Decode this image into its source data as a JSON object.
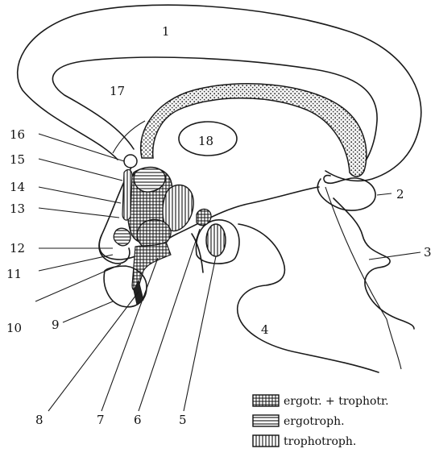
{
  "labels": {
    "l1": "1",
    "l2": "2",
    "l3": "3",
    "l4": "4",
    "l5": "5",
    "l6": "6",
    "l7": "7",
    "l8": "8",
    "l9": "9",
    "l10": "10",
    "l11": "11",
    "l12": "12",
    "l13": "13",
    "l14": "14",
    "l15": "15",
    "l16": "16",
    "l17": "17",
    "l18": "18"
  },
  "legend": [
    {
      "key": "crosshatch",
      "text": "ergotr. + trophotr."
    },
    {
      "key": "horizontal",
      "text": "ergotroph."
    },
    {
      "key": "vertical",
      "text": "trophotroph."
    }
  ]
}
